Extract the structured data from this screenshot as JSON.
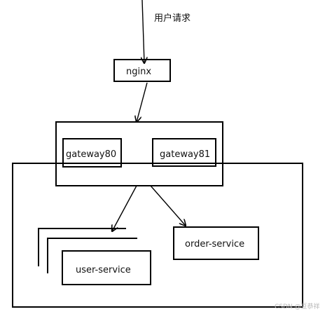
{
  "request_label": "用户请求",
  "nodes": {
    "nginx": "nginx",
    "gateway80": "gateway80",
    "gateway81": "gateway81",
    "user_service": "user-service",
    "order_service": "order-service"
  },
  "watermark": "CSDN @豆恭祥",
  "colors": {
    "stroke": "#000000",
    "background": "#ffffff",
    "watermark": "#b8b8b8"
  }
}
